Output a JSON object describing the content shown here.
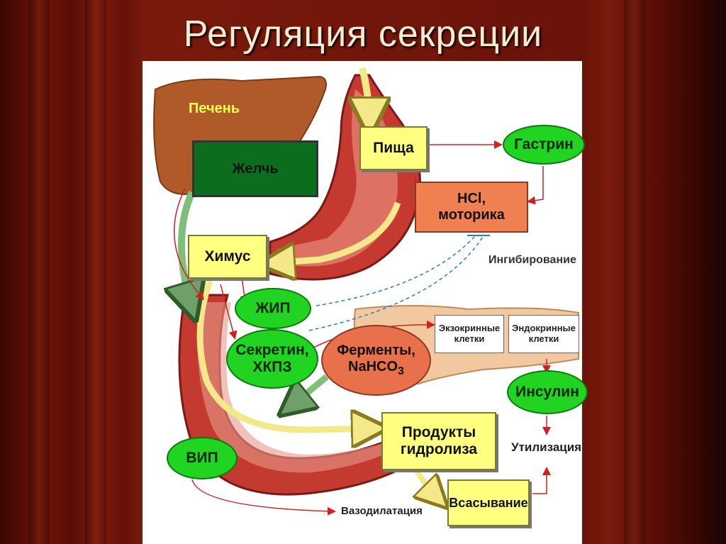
{
  "slide": {
    "title": "Регуляция секреции"
  },
  "diagram": {
    "liver": "Печень",
    "bile": "Желчь",
    "food": "Пища",
    "gastrin": "Гастрин",
    "hcl": "HCl,",
    "motility": "моторика",
    "inhibition": "Ингибирование",
    "chyme": "Химус",
    "gip": "ЖИП",
    "secretin_line1": "Секретин,",
    "secretin_line2": "ХКПЗ",
    "enzymes_line1": "Ферменты,",
    "enzymes_line2": "NaHCO",
    "enzymes_sub": "3",
    "exocrine_line1": "Экзокринные",
    "exocrine_line2": "клетки",
    "endocrine_line1": "Эндокринные",
    "endocrine_line2": "клетки",
    "insulin": "Инсулин",
    "utilization": "Утилизация",
    "products_line1": "Продукты",
    "products_line2": "гидролиза",
    "vip": "ВИП",
    "absorption": "Всасывание",
    "vasodilation": "Вазодилатация"
  },
  "colors": {
    "box_yellow": "#ffff80",
    "bile_green": "#0a6e1e",
    "oval_green": "#22d422",
    "hcl_orange": "#f08050",
    "enzymes_orange": "#e8704a",
    "arrow_red": "#d22020",
    "arrow_blue_dashed": "#2a7ac8"
  }
}
